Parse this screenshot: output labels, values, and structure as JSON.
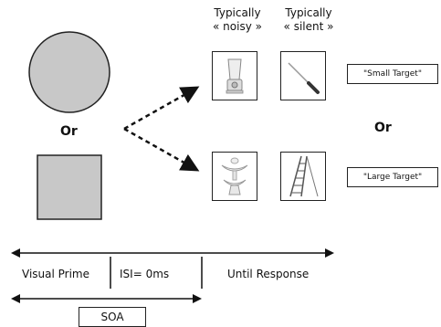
{
  "column_headers": {
    "noisy_line1": "Typically",
    "noisy_line2": "« noisy »",
    "silent_line1": "Typically",
    "silent_line2": "« silent »"
  },
  "or_left": "Or",
  "or_right": "Or",
  "responses": {
    "small": "\"Small Target\"",
    "large": "\"Large Target\""
  },
  "timeline": {
    "visual_prime": "Visual Prime",
    "isi": "ISI= 0ms",
    "until_response": "Until Response",
    "soa": "SOA"
  },
  "icons": [
    "blender-icon",
    "screwdriver-icon",
    "fountain-icon",
    "ladder-icon"
  ],
  "colors": {
    "shape_fill": "#c8c8c8",
    "line": "#111111"
  }
}
